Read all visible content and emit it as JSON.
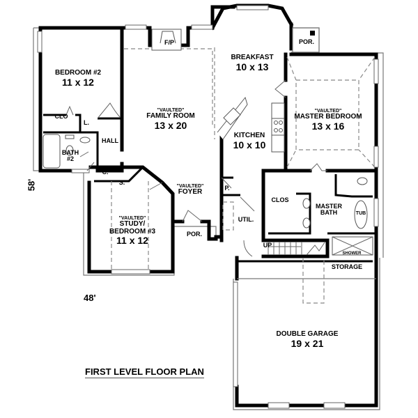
{
  "plan": {
    "title": "FIRST LEVEL FLOOR PLAN",
    "overall_width": "48'",
    "overall_depth": "58'"
  },
  "rooms": {
    "bedroom2": {
      "name": "BEDROOM #2",
      "size": "11 x 12"
    },
    "family": {
      "vaulted": "\"VAULTED\"",
      "name": "FAMILY ROOM",
      "size": "13 x 20"
    },
    "breakfast": {
      "name": "BREAKFAST",
      "size": "10 x 13"
    },
    "kitchen": {
      "name": "KITCHEN",
      "size": "10 x 10"
    },
    "master": {
      "vaulted": "\"VAULTED\"",
      "name": "MASTER BEDROOM",
      "size": "13 x 16"
    },
    "study": {
      "vaulted": "\"VAULTED\"",
      "name1": "STUDY/",
      "name2": "BEDROOM #3",
      "size": "11 x 12"
    },
    "foyer": {
      "vaulted": "\"VAULTED\"",
      "name": "FOYER"
    },
    "garage": {
      "name": "DOUBLE GARAGE",
      "size": "19 x 21"
    }
  },
  "labels": {
    "fp": "F/P",
    "clo": "CLO",
    "linen": "L.",
    "hall": "HALL",
    "bath2_a": "BATH",
    "bath2_b": "#2",
    "closet_c": "C.",
    "storage_s": "S.",
    "porch_rear": "POR.",
    "porch_front": "POR.",
    "pantry": "P.",
    "util": "UTIL.",
    "clos": "CLOS",
    "master_bath_a": "MASTER",
    "master_bath_b": "BATH",
    "tub": "TUB",
    "up": "UP",
    "shower": "SHOWER",
    "storage": "STORAGE"
  }
}
